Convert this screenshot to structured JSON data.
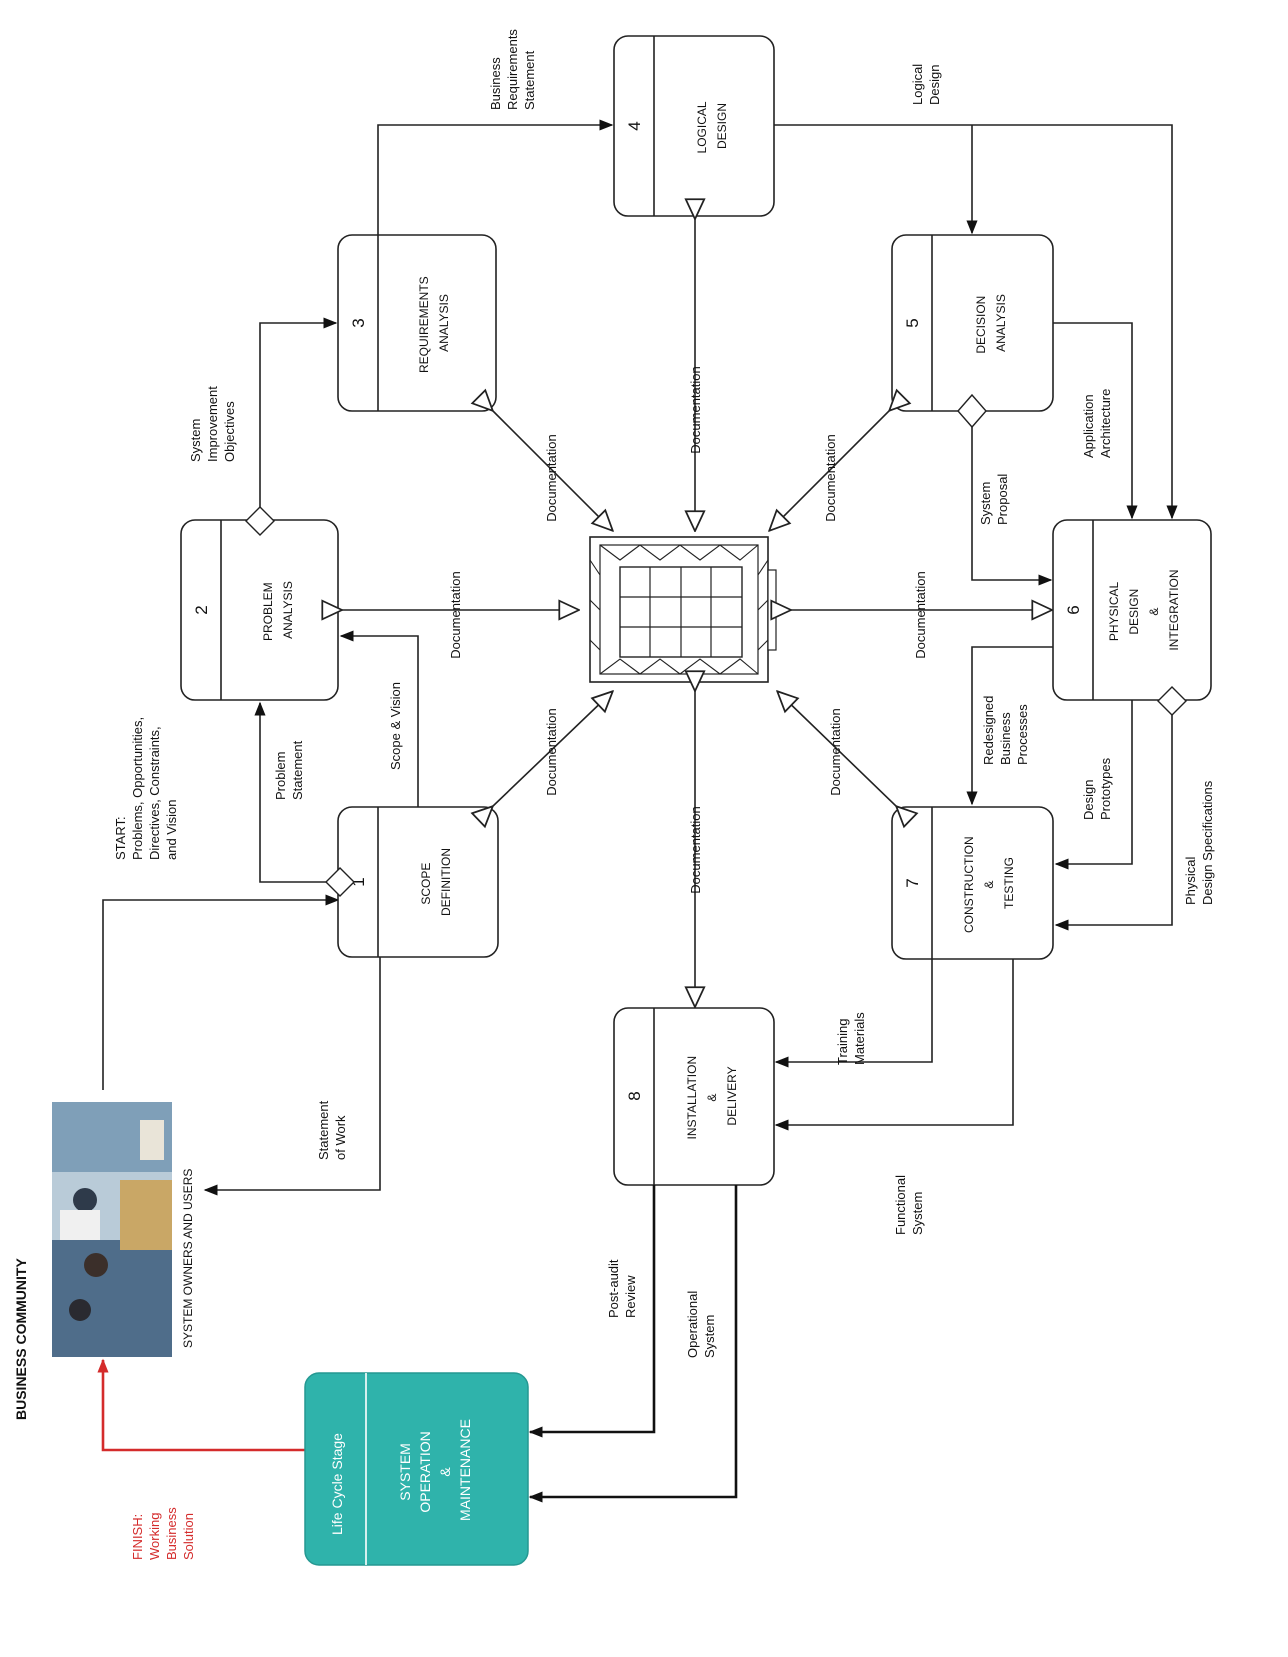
{
  "business_community": {
    "title": "BUSINESS COMMUNITY",
    "caption": "SYSTEM OWNERS AND USERS"
  },
  "start_label": [
    "START:",
    "Problems, Opportunities,",
    "Directives, Constraints,",
    "and Vision"
  ],
  "finish_label": [
    "FINISH:",
    "Working",
    "Business",
    "Solution"
  ],
  "stages": [
    {
      "number": "1",
      "name": [
        "SCOPE",
        "DEFINITION"
      ]
    },
    {
      "number": "2",
      "name": [
        "PROBLEM",
        "ANALYSIS"
      ]
    },
    {
      "number": "3",
      "name": [
        "REQUIREMENTS",
        "ANALYSIS"
      ]
    },
    {
      "number": "4",
      "name": [
        "LOGICAL",
        "DESIGN"
      ]
    },
    {
      "number": "5",
      "name": [
        "DECISION",
        "ANALYSIS"
      ]
    },
    {
      "number": "6",
      "name": [
        "PHYSICAL",
        "DESIGN",
        "&",
        "INTEGRATION"
      ]
    },
    {
      "number": "7",
      "name": [
        "CONSTRUCTION",
        "&",
        "TESTING"
      ]
    },
    {
      "number": "8",
      "name": [
        "INSTALLATION",
        "&",
        "DELIVERY"
      ]
    }
  ],
  "operation_stage": {
    "header": "Life Cycle Stage",
    "name": [
      "SYSTEM",
      "OPERATION",
      "&",
      "MAINTENANCE"
    ],
    "color": "#2fb3ab"
  },
  "flows": {
    "problem_statement": [
      "Problem",
      "Statement"
    ],
    "scope_vision": "Scope & Vision",
    "statement_of_work": [
      "Statement",
      "of Work"
    ],
    "system_improvement_objectives": [
      "System",
      "Improvement",
      "Objectives"
    ],
    "business_requirements_statement": [
      "Business",
      "Requirements",
      "Statement"
    ],
    "logical_design": [
      "Logical",
      "Design"
    ],
    "application_architecture": [
      "Application",
      "Architecture"
    ],
    "system_proposal": [
      "System",
      "Proposal"
    ],
    "redesigned_business_processes": [
      "Redesigned",
      "Business",
      "Processes"
    ],
    "design_prototypes": [
      "Design",
      "Prototypes"
    ],
    "physical_design_specifications": [
      "Physical",
      "Design Specifications"
    ],
    "training_materials": [
      "Training",
      "Materials"
    ],
    "functional_system": [
      "Functional",
      "System"
    ],
    "post_audit_review": [
      "Post-audit",
      "Review"
    ],
    "operational_system": [
      "Operational",
      "System"
    ]
  },
  "documentation_label": "Documentation",
  "colors": {
    "finish": "#d42b2b",
    "lines": "#222222",
    "operation_stage": "#2fb3ab"
  }
}
